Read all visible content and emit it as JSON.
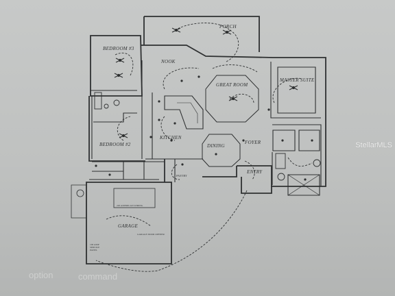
{
  "rooms": {
    "porch": "PORCH",
    "bedroom_3": "BEDROOM #3",
    "nook": "NOOK",
    "great_room": "GREAT ROOM",
    "master_suite": "MASTER SUITE",
    "kitchen": "KITCHEN",
    "dining": "DINING",
    "foyer": "FOYER",
    "bedroom_2": "BEDROOM #2",
    "entry": "ENTRY",
    "garage": "GARAGE",
    "pantry": "PANTRY"
  },
  "notes": {
    "garage_note": "220 AMERICAN WIRING",
    "garage_door_note": "GARAGE DOOR OPENER",
    "service_note": "100 AMP SERVICE PANEL"
  },
  "keyboard_ghost": {
    "option": "option",
    "command": "command"
  },
  "watermark": {
    "text": "StellarMLS"
  },
  "colors": {
    "paper": "#c3c5c4",
    "ink": "#2e3031"
  }
}
